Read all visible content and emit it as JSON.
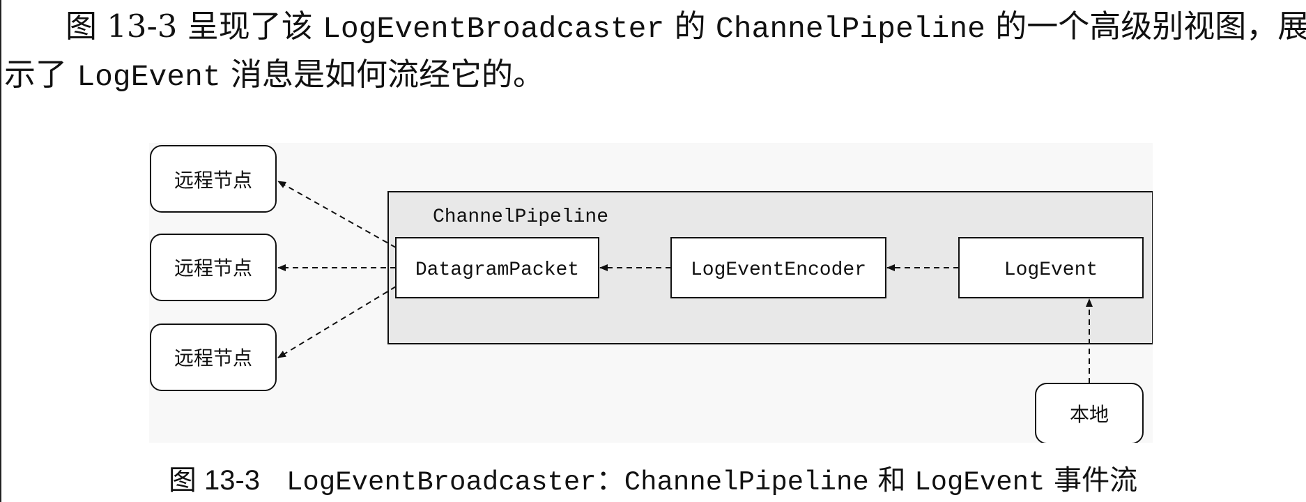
{
  "paragraph": {
    "line1_prefix": "图 13-3 呈现了该 ",
    "line1_code1": "LogEventBroadcaster",
    "line1_mid": " 的 ",
    "line1_code2": "ChannelPipeline",
    "line1_suffix": " 的一个高级别视图，展",
    "line2_prefix": "示了 ",
    "line2_code": "LogEvent",
    "line2_suffix": " 消息是如何流经它的。"
  },
  "diagram": {
    "pipeline_label": "ChannelPipeline",
    "handlers": [
      "DatagramPacket",
      "LogEventEncoder",
      "LogEvent"
    ],
    "remote_nodes": [
      "远程节点",
      "远程节点",
      "远程节点"
    ],
    "local_node": "本地",
    "colors": {
      "pipeline_fill": "#e8e8e8",
      "box_fill": "#ffffff",
      "stroke": "#111111"
    }
  },
  "caption": {
    "fig_num": "图 13-3",
    "code1": "LogEventBroadcaster",
    "sep": "：",
    "code2": "ChannelPipeline",
    "mid": " 和 ",
    "code3": "LogEvent",
    "suffix": " 事件流"
  }
}
